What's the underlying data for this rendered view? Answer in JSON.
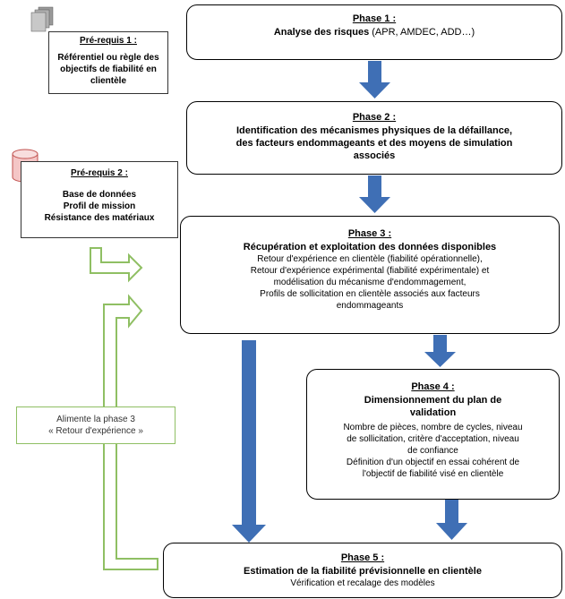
{
  "prereq1": {
    "title": "Pré-requis 1 :",
    "lines": [
      "Référentiel ou règle des",
      "objectifs de fiabilité en",
      "clientèle"
    ]
  },
  "prereq2": {
    "title": "Pré-requis 2 :",
    "lines": [
      "Base de données",
      "Profil de mission",
      "Résistance des matériaux"
    ]
  },
  "phase1": {
    "title": "Phase 1 :",
    "main": "Analyse des risques",
    "extra": " (APR, AMDEC, ADD…)"
  },
  "phase2": {
    "title": "Phase 2 :",
    "lines": [
      "Identification des mécanismes physiques de la défaillance,",
      "des facteurs endommageants et des moyens de simulation",
      "associés"
    ]
  },
  "phase3": {
    "title": "Phase 3 :",
    "main": "Récupération et exploitation des données disponibles",
    "details": [
      "Retour d'expérience en clientèle (fiabilité opérationnelle),",
      "Retour d'expérience expérimental (fiabilité expérimentale) et",
      "modélisation du mécanisme d'endommagement,",
      "Profils de sollicitation en clientèle associés aux facteurs",
      "endommageants"
    ]
  },
  "phase4": {
    "title": "Phase 4 :",
    "main": [
      "Dimensionnement du plan de",
      "validation"
    ],
    "details": [
      "Nombre de pièces, nombre de cycles, niveau",
      "de sollicitation, critère d'acceptation, niveau",
      "de confiance",
      "Définition d'un objectif en essai cohérent de",
      "l'objectif de fiabilité visé en clientèle"
    ]
  },
  "phase5": {
    "title": "Phase 5 :",
    "main": "Estimation de la fiabilité prévisionnelle en clientèle",
    "detail": "Vérification et recalage des modèles"
  },
  "feedback_note": [
    "Alimente la phase 3",
    "« Retour d'expérience »"
  ],
  "colors": {
    "flow_arrow": "#3f6fb5",
    "feedback_arrow": "#8fbf63",
    "database_icon": "#f4c6c6",
    "document_icon": "#b8b8b8"
  }
}
